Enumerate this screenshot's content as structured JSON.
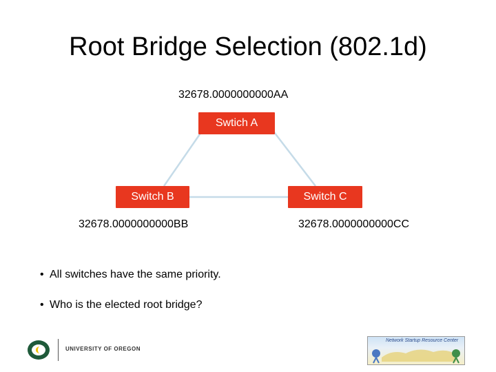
{
  "title": "Root Bridge Selection (802.1d)",
  "switches": {
    "a": {
      "label": "Swtich A",
      "mac": "32678.0000000000AA"
    },
    "b": {
      "label": "Switch B",
      "mac": "32678.0000000000BB"
    },
    "c": {
      "label": "Switch C",
      "mac": "32678.0000000000CC"
    }
  },
  "bullets": [
    "All switches have the same priority.",
    "Who is the elected root bridge?"
  ],
  "bullet_marker": "•",
  "footer": {
    "university": "UNIVERSITY OF OREGON",
    "nsrc_text": "Network Startup Resource Center"
  },
  "colors": {
    "switch_fill": "#e8371f",
    "link_line": "#c5dbe8",
    "oregon_green": "#1f5a3a"
  }
}
